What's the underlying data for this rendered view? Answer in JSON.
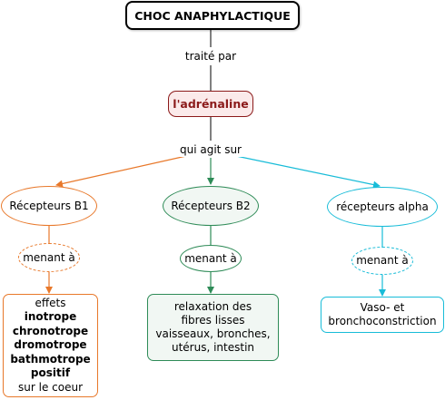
{
  "concepts": {
    "title": "CHOC ANAPHYLACTIQUE",
    "link_treated_by": "traité par",
    "adrenaline": "l'adrénaline",
    "link_acts_on": "qui agit sur",
    "receptor_b1": "Récepteurs B1",
    "receptor_b2": "Récepteurs B2",
    "receptor_alpha": "récepteurs alpha",
    "link_leading_b1": "menant à",
    "link_leading_b2": "menant à",
    "link_leading_alpha": "menant à",
    "effects_b1": {
      "line1": "effets",
      "line2": "inotrope",
      "line3": "chronotrope",
      "line4": "dromotrope",
      "line5": "bathmotrope",
      "line6": "positif",
      "line7": "sur le coeur"
    },
    "effects_b2": {
      "line1": "relaxation des",
      "line2": "fibres lisses",
      "line3": "vaisseaux, bronches,",
      "line4": "utérus, intestin"
    },
    "effects_alpha": {
      "line1": "Vaso- et",
      "line2": "bronchoconstriction"
    }
  },
  "colors": {
    "black": "#000000",
    "adrenaline": "#8b1a1a",
    "orange": "#e8782a",
    "green": "#2e8b57",
    "cyan": "#18bcd8"
  }
}
